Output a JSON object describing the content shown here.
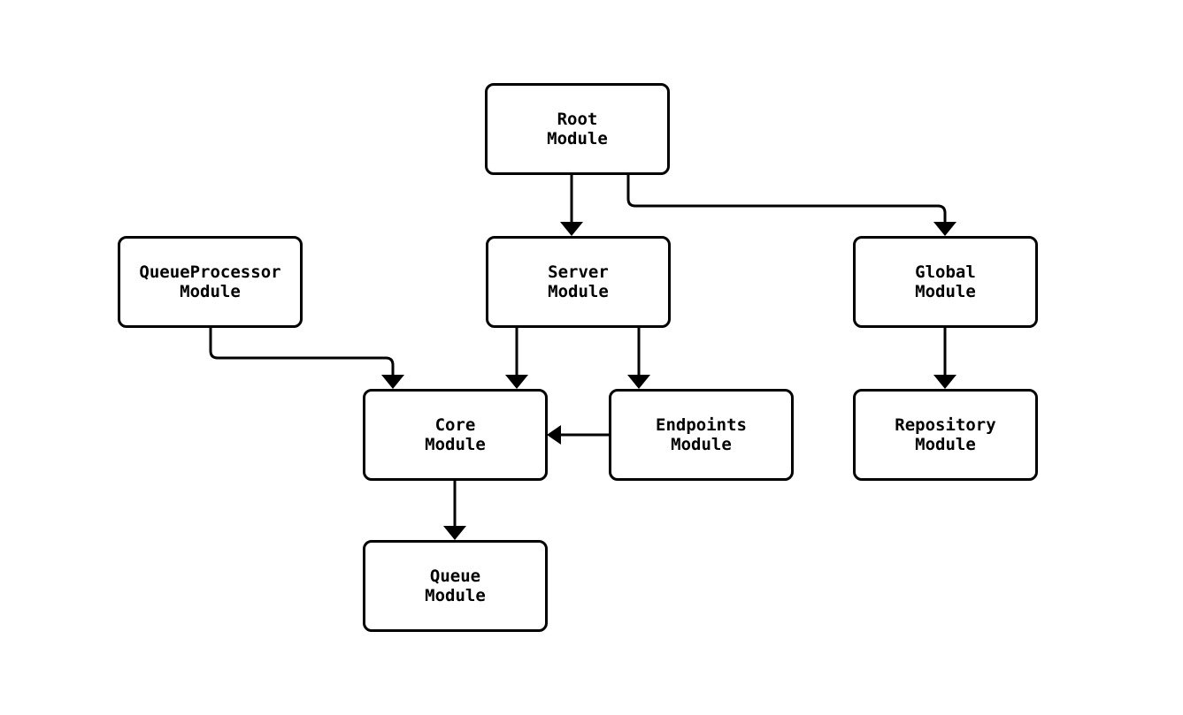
{
  "diagram": {
    "type": "flowchart",
    "background": "#ffffff",
    "colors": {
      "node_fill": "#ffffff",
      "node_border": "#000000",
      "edge": "#000000",
      "text": "#000000"
    },
    "nodes": [
      {
        "id": "root",
        "label": "Root\nModule"
      },
      {
        "id": "queue-processor",
        "label": "QueueProcessor\nModule"
      },
      {
        "id": "server",
        "label": "Server\nModule"
      },
      {
        "id": "global",
        "label": "Global\nModule"
      },
      {
        "id": "core",
        "label": "Core\nModule"
      },
      {
        "id": "endpoints",
        "label": "Endpoints\nModule"
      },
      {
        "id": "repository",
        "label": "Repository\nModule"
      },
      {
        "id": "queue",
        "label": "Queue\nModule"
      }
    ],
    "edges": [
      {
        "from": "root",
        "to": "server"
      },
      {
        "from": "root",
        "to": "global"
      },
      {
        "from": "queue-processor",
        "to": "core"
      },
      {
        "from": "server",
        "to": "core"
      },
      {
        "from": "server",
        "to": "endpoints"
      },
      {
        "from": "endpoints",
        "to": "core"
      },
      {
        "from": "global",
        "to": "repository"
      },
      {
        "from": "core",
        "to": "queue"
      }
    ]
  }
}
